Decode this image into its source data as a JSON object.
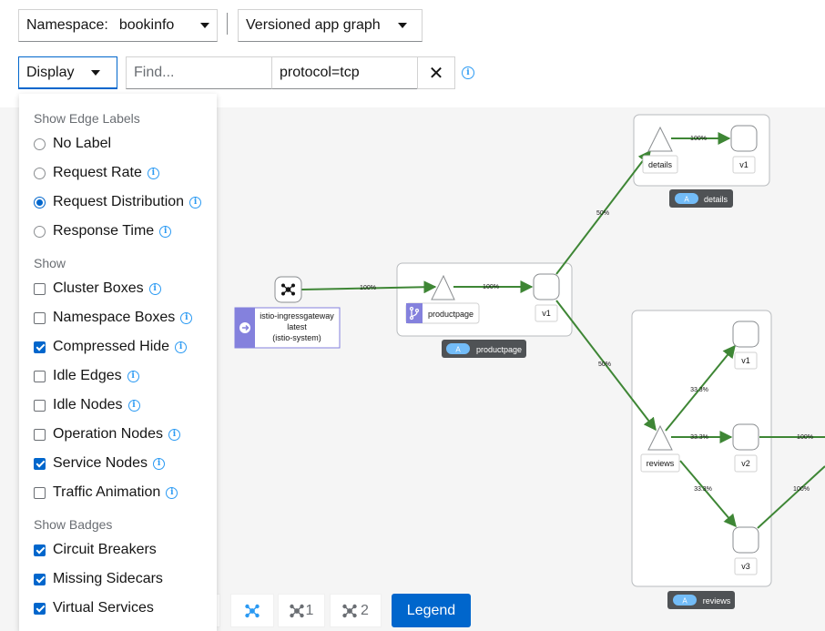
{
  "toolbar": {
    "namespace_label": "Namespace:",
    "namespace_value": "bookinfo",
    "graph_type": "Versioned app graph",
    "display_label": "Display",
    "find_placeholder": "Find...",
    "hide_value": "protocol=tcp",
    "clear_symbol": "✕"
  },
  "display_menu": {
    "sections": [
      {
        "heading": "Show Edge Labels"
      },
      {
        "heading": "Show"
      },
      {
        "heading": "Show Badges"
      }
    ],
    "edge_labels": [
      {
        "label": "No Label",
        "checked": false,
        "info": false
      },
      {
        "label": "Request Rate",
        "checked": false,
        "info": true
      },
      {
        "label": "Request Distribution",
        "checked": true,
        "info": true
      },
      {
        "label": "Response Time",
        "checked": false,
        "info": true
      }
    ],
    "show": [
      {
        "label": "Cluster Boxes",
        "checked": false,
        "info": true
      },
      {
        "label": "Namespace Boxes",
        "checked": false,
        "info": true
      },
      {
        "label": "Compressed Hide",
        "checked": true,
        "info": true
      },
      {
        "label": "Idle Edges",
        "checked": false,
        "info": true
      },
      {
        "label": "Idle Nodes",
        "checked": false,
        "info": true
      },
      {
        "label": "Operation Nodes",
        "checked": false,
        "info": true
      },
      {
        "label": "Service Nodes",
        "checked": true,
        "info": true
      },
      {
        "label": "Traffic Animation",
        "checked": false,
        "info": true
      }
    ],
    "badges": [
      {
        "label": "Circuit Breakers",
        "checked": true
      },
      {
        "label": "Missing Sidecars",
        "checked": true
      },
      {
        "label": "Virtual Services",
        "checked": true
      }
    ]
  },
  "graph": {
    "ingress": {
      "line1": "istio-ingressgateway",
      "line2": "latest",
      "line3": "(istio-system)"
    },
    "apps": {
      "details": {
        "service": "details",
        "version": "v1",
        "badge": "A",
        "app_label": "details"
      },
      "productpage": {
        "service": "productpage",
        "version": "v1",
        "badge": "A",
        "app_label": "productpage"
      },
      "reviews": {
        "service": "reviews",
        "versions": [
          "v1",
          "v2",
          "v3"
        ],
        "badge": "A",
        "app_label": "reviews"
      }
    },
    "edge_labels": {
      "ingress_to_productpage": "100%",
      "productpage_svc_to_v1": "100%",
      "details_svc_to_v1": "100%",
      "productpage_to_details": "50%",
      "productpage_to_reviews": "50%",
      "reviews_to_v1": "33.3%",
      "reviews_to_v2": "33.3%",
      "reviews_to_v3": "33.3%",
      "v2_out": "100%",
      "v3_out": "100%"
    },
    "colors": {
      "edge": "#3e8635",
      "badge_bg": "#4f5255",
      "badge_pill": "#73bcf7",
      "ingress_accent": "#8481dd",
      "productpage_icon": "#8481dd"
    }
  },
  "bottom_toolbar": {
    "layout1": "1",
    "layout2": "2",
    "legend_label": "Legend"
  }
}
